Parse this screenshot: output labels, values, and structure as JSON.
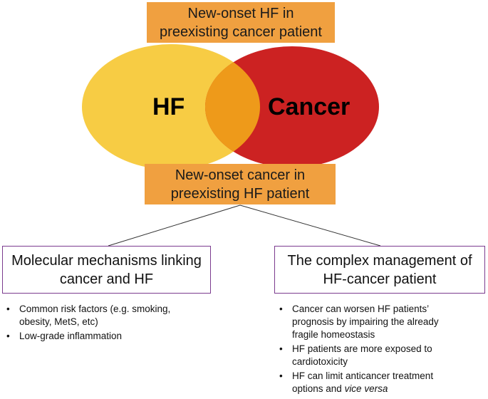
{
  "top_box": {
    "line1": "New-onset HF in",
    "line2": "preexisting cancer patient"
  },
  "venn": {
    "left_label": "HF",
    "right_label": "Cancer",
    "left_color": "#f7cc44",
    "right_color": "#cc2222",
    "overlap_color": "#ee9a1a"
  },
  "bottom_box": {
    "line1": "New-onset cancer in",
    "line2": "preexisting HF patient"
  },
  "left_panel": {
    "title_line1": "Molecular mechanisms linking",
    "title_line2": "cancer and HF",
    "bullets": [
      {
        "line1": "Common risk factors (e.g. smoking,",
        "line2": "obesity, MetS, etc)"
      },
      {
        "line1": "Low-grade inflammation"
      }
    ]
  },
  "right_panel": {
    "title_line1": "The complex management of",
    "title_line2": "HF-cancer patient",
    "bullets": [
      {
        "line1": "Cancer can worsen HF patients’",
        "line2": "prognosis by impairing the already",
        "line3": "fragile homeostasis"
      },
      {
        "line1": "HF patients are more exposed to",
        "line2": "cardiotoxicity"
      },
      {
        "line1": "HF can limit anticancer treatment",
        "line2_prefix": "options and ",
        "line2_italic": "vice versa"
      }
    ]
  },
  "bullet_glyph": "•",
  "colors": {
    "box_fill": "#f0a040",
    "panel_border": "#7b3b8f",
    "connector": "#333333"
  }
}
